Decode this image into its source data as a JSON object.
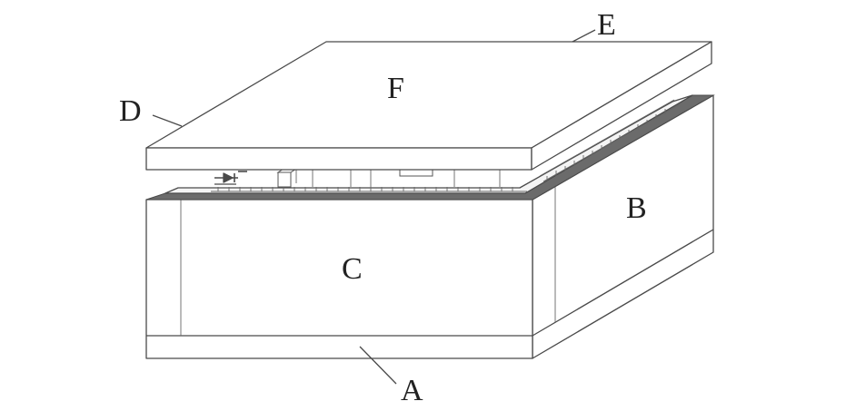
{
  "labels": {
    "A": "A",
    "B": "B",
    "C": "C",
    "D": "D",
    "E": "E",
    "F": "F"
  },
  "colors": {
    "line": "#4a4a4a",
    "rim": "#6b6b6b",
    "background": "#ffffff"
  }
}
